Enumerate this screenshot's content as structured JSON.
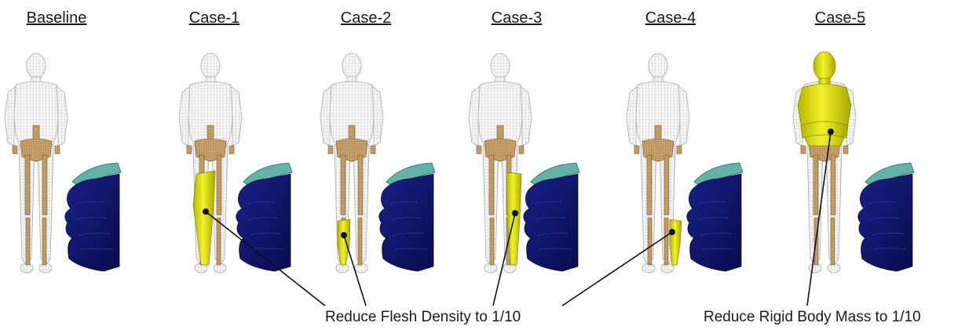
{
  "cases": [
    {
      "title": "Baseline",
      "highlight": "none"
    },
    {
      "title": "Case-1",
      "highlight": "leg-full"
    },
    {
      "title": "Case-2",
      "highlight": "leg-lower"
    },
    {
      "title": "Case-3",
      "highlight": "leg-full"
    },
    {
      "title": "Case-4",
      "highlight": "leg-lower"
    },
    {
      "title": "Case-5",
      "highlight": "rigid-body"
    }
  ],
  "annotations": {
    "flesh": "Reduce Flesh Density  to 1/10",
    "rigid": "Reduce Rigid Body Mass to 1/10"
  },
  "colors": {
    "mesh": "#c8c8c8",
    "bone": "#c9a36a",
    "highlight": "#e5e600",
    "vehicle": "#0d1370",
    "windshield": "#5fb3a7"
  }
}
